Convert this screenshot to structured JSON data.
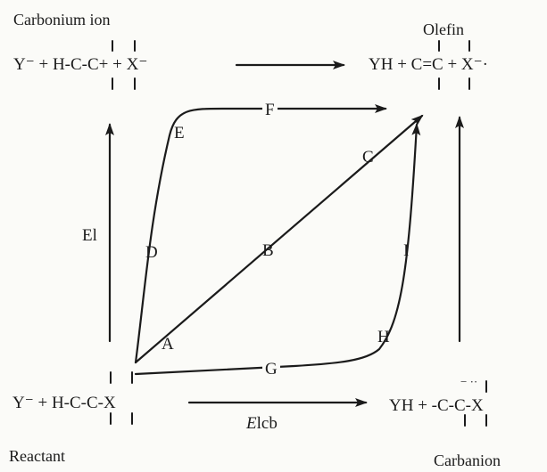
{
  "corners": {
    "top_left": "Carbonium ion",
    "top_right": "Olefin",
    "bottom_left": "Reactant",
    "bottom_right": "Carbanion"
  },
  "equations": {
    "carbonium": "Y⁻ + H-C-C+ + X⁻",
    "olefin": "YH + C=C + X⁻·",
    "reactant": "Y⁻ + H-C-C-X",
    "carbanion": "YH + -C-C-X",
    "carbanion_charge": "− ··"
  },
  "paths": {
    "e1": "El",
    "e1cb_prefix": "E",
    "e1cb_suffix": "lcb",
    "A": "A",
    "B": "B",
    "C": "C",
    "D": "D",
    "E": "E",
    "F": "F",
    "G": "G",
    "H": "H",
    "I": "I"
  }
}
